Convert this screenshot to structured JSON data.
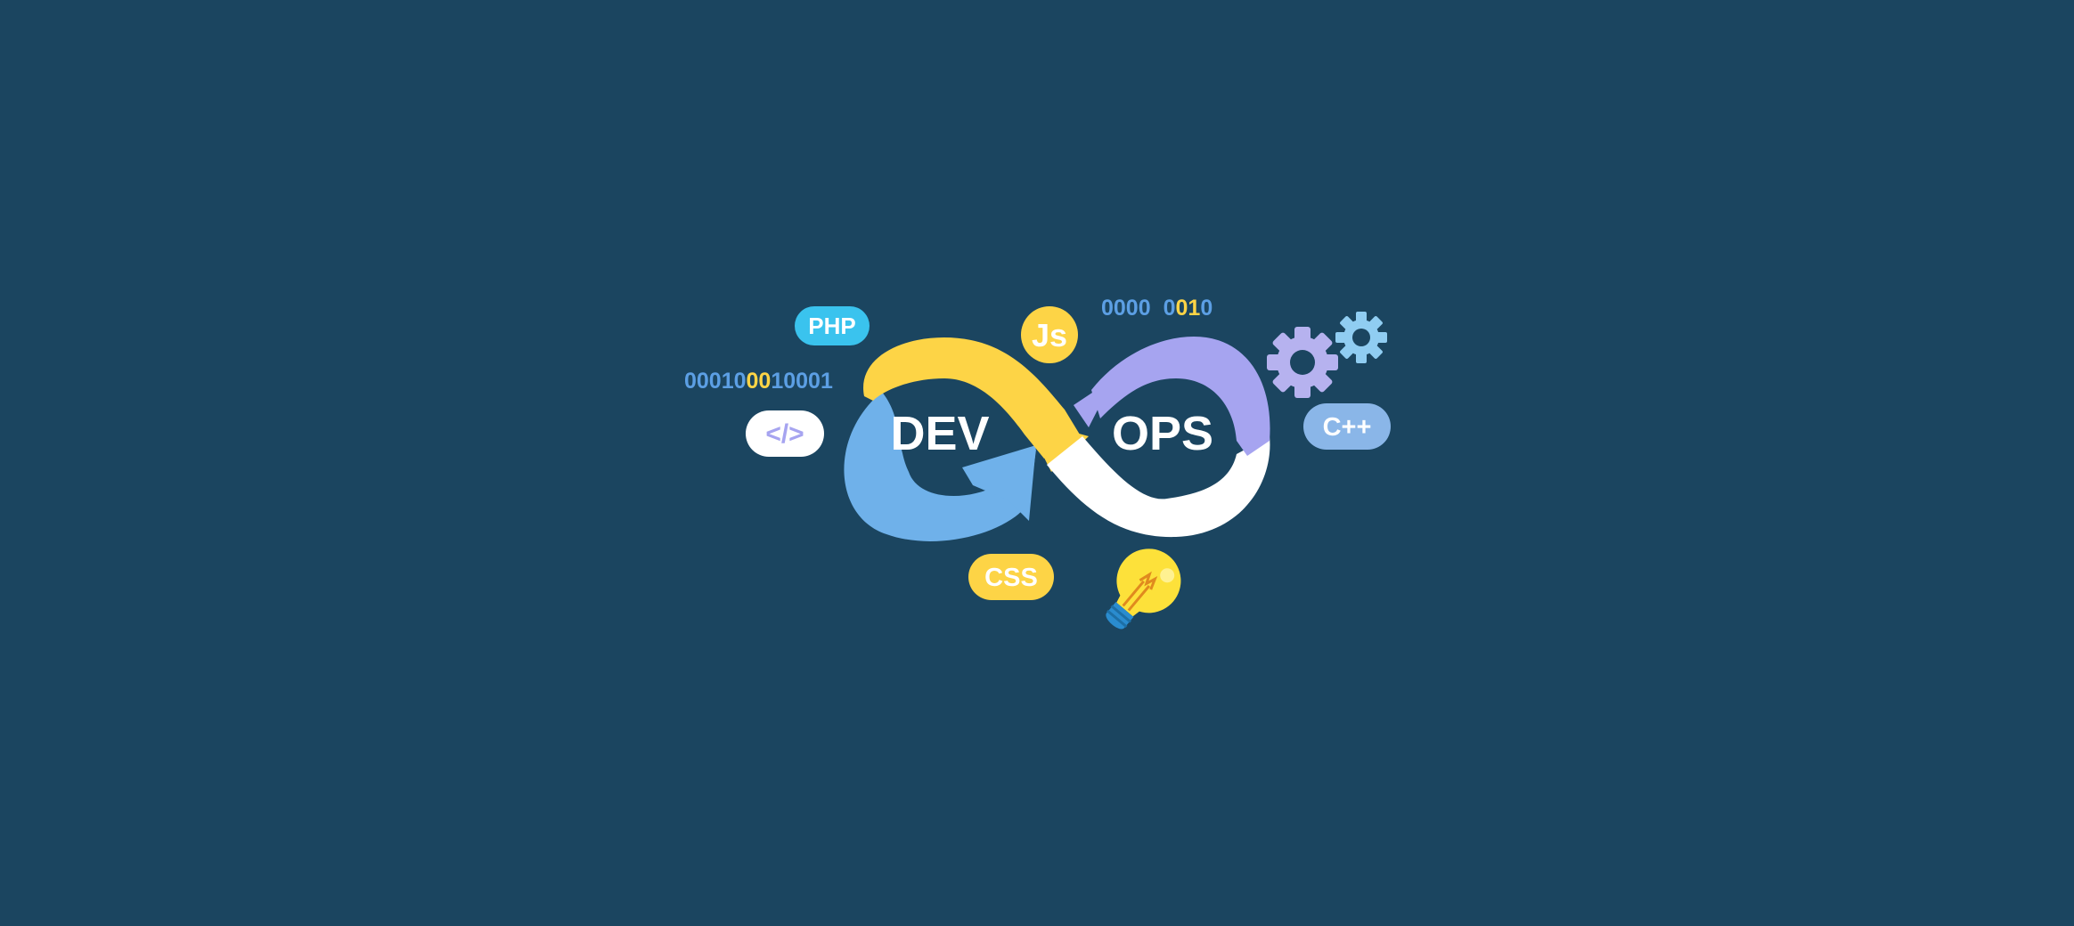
{
  "colors": {
    "background": "#1b4560",
    "yellow": "#fdd446",
    "blue": "#6fb1ea",
    "purple": "#a6a4f0",
    "white": "#ffffff",
    "cyan": "#3ac3ee",
    "binary_blue": "#5c9fe4",
    "gear_purple": "#b6b2ef",
    "gear_blue": "#90cdf2",
    "cpp_blue": "#8ab6e8",
    "bulb_yellow": "#fde13a",
    "bulb_base": "#2a8ccf"
  },
  "icons": {
    "code": "code-brackets-icon",
    "gear_large": "gear-icon",
    "gear_small": "gear-icon",
    "bulb": "light-bulb-icon"
  },
  "logo": {
    "dev": "DEV",
    "ops": "OPS"
  },
  "badges": {
    "php": "PHP",
    "js": "Js",
    "css": "CSS",
    "cpp": "C++",
    "code": "</>"
  },
  "binary_left": {
    "part1": "00010",
    "part2": "00",
    "part3": "10001"
  },
  "binary_top": {
    "part1": "0000",
    "part2": "0",
    "part3": "01",
    "part4": "0"
  }
}
